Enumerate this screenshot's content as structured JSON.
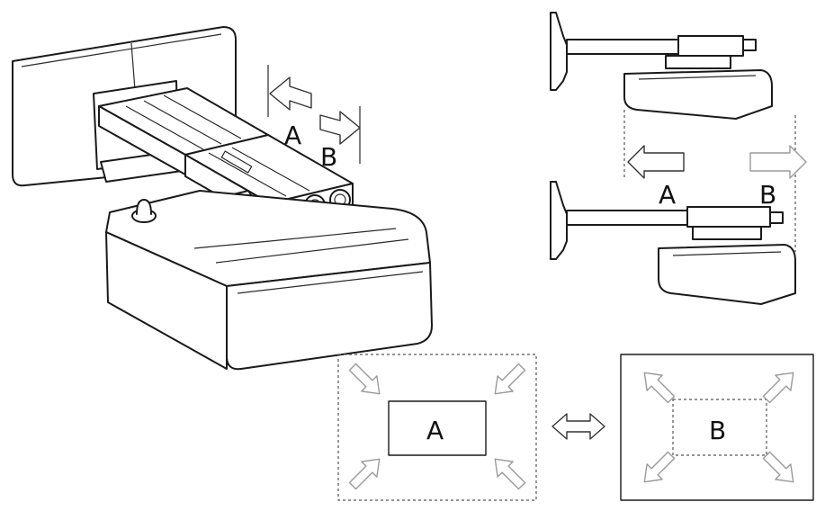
{
  "labels": {
    "main_a": "A",
    "main_b": "B",
    "side_a": "A",
    "side_b": "B",
    "box_a": "A",
    "box_b": "B"
  },
  "colors": {
    "line": "#1a1a1a",
    "light_arrow": "#9a9a9a",
    "background": "#ffffff"
  }
}
